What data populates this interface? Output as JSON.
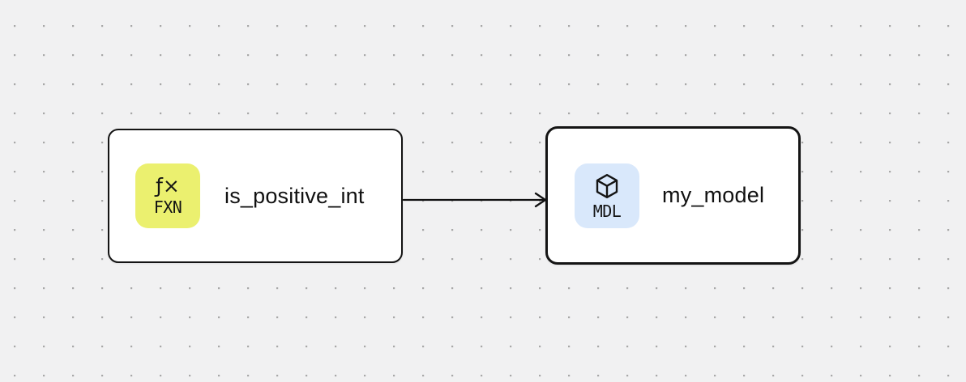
{
  "diagram": {
    "nodes": [
      {
        "label": "is_positive_int",
        "type": "function",
        "badge_glyph": "ƒ×",
        "badge_code": "FXN",
        "selected": false
      },
      {
        "label": "my_model",
        "type": "model",
        "badge_icon": "cube-icon",
        "badge_code": "MDL",
        "selected": true
      }
    ],
    "edges": [
      {
        "from": "is_positive_int",
        "to": "my_model",
        "direction": "right"
      }
    ]
  },
  "colors": {
    "canvas_background": "#f1f1f2",
    "grid_dot": "#a8a8a8",
    "node_fill": "#ffffff",
    "node_border": "#141414",
    "function_badge_fill": "#ebf06f",
    "model_badge_fill": "#d9e8fb",
    "label_text": "#111111",
    "edge_stroke": "#111111"
  }
}
